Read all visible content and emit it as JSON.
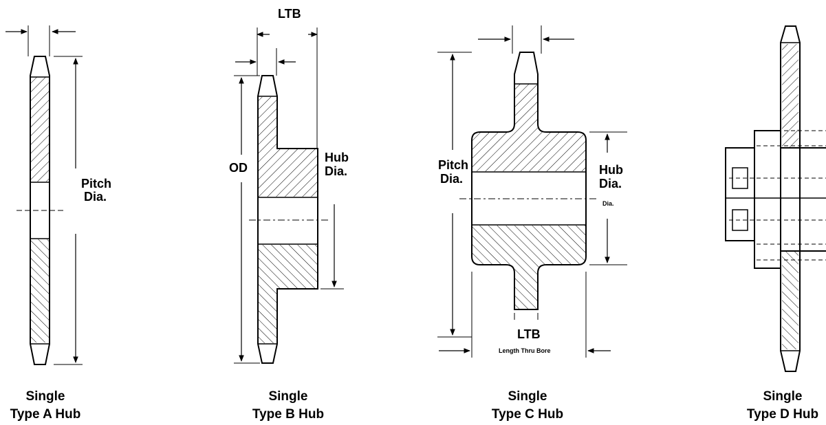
{
  "panels": [
    {
      "caption_line1": "Single",
      "caption_line2": "Type A Hub",
      "labels": {
        "pitch1": "Pitch",
        "pitch2": "Dia."
      }
    },
    {
      "caption_line1": "Single",
      "caption_line2": "Type B Hub",
      "labels": {
        "ltb": "LTB",
        "od": "OD",
        "hub1": "Hub",
        "hub2": "Dia."
      }
    },
    {
      "caption_line1": "Single",
      "caption_line2": "Type C Hub",
      "labels": {
        "pitch1": "Pitch",
        "pitch2": "Dia.",
        "hub1": "Hub",
        "hub2": "Dia.",
        "dia_small": "Dia.",
        "ltb": "LTB",
        "ltb_full": "Length Thru Bore"
      }
    },
    {
      "caption_line1": "Single",
      "caption_line2": "Type D Hub"
    }
  ],
  "colors": {
    "line": "#000000",
    "background": "#ffffff"
  }
}
